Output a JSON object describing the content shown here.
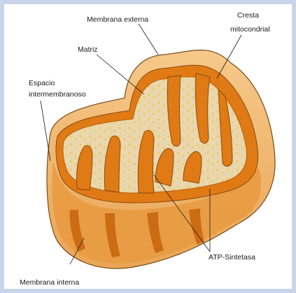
{
  "labels": {
    "membrana_externa": "Membrana externa",
    "cresta_line1": "Cresta",
    "cresta_line2": "mitocondrial",
    "matriz": "Matriz",
    "espacio_line1": "Espacio",
    "espacio_line2": "intermembranoso",
    "membrana_interna": "Membrana interna",
    "atp_sintetasa": "ATP-Sintetasa"
  },
  "colors": {
    "page_border": "#c8d4ea",
    "outer_membrane": "#f1b66a",
    "outer_membrane_edge": "#7a4a1a",
    "inner_membrane": "#e07a14",
    "inner_dark": "#b85e0c",
    "matrix": "#e8d7b0",
    "granule": "#f2c94c"
  }
}
